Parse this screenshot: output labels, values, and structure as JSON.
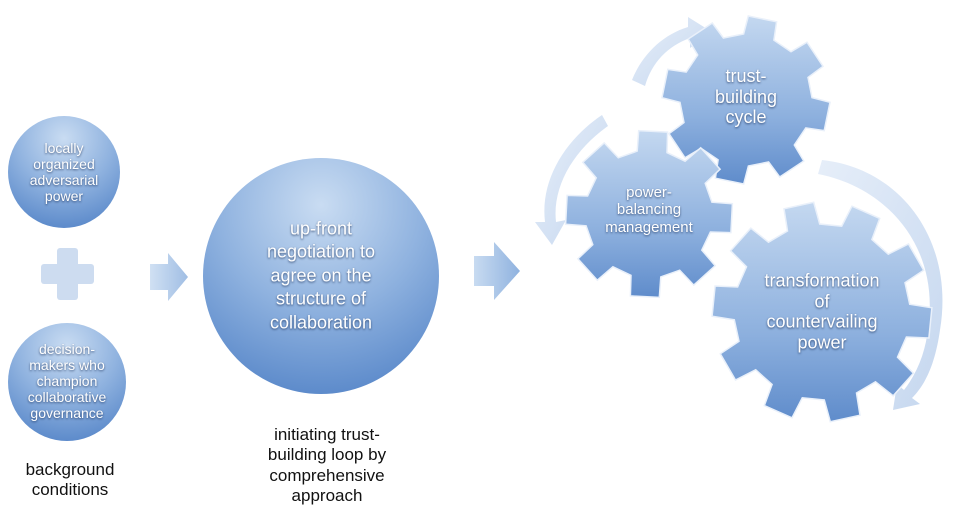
{
  "inputs": {
    "circle1": "locally\norganized\nadversarial\npower",
    "circle2": "decision-\nmakers who\nchampion\ncollaborative\ngovernance",
    "caption": "background\nconditions"
  },
  "center": {
    "circle": "up-front\nnegotiation to\nagree on the\nstructure of\ncollaboration",
    "caption": "initiating trust-\nbuilding loop by\ncomprehensive\napproach"
  },
  "gears": {
    "top": "trust-\nbuilding\ncycle",
    "left": "power-\nbalancing\nmanagement",
    "big": "transformation\nof\ncountervailing\npower"
  },
  "colors": {
    "blue_light": "#bcd3ee",
    "blue_mid": "#8fb2df",
    "blue_dark": "#5d8bcb",
    "plus": "#c8d9ef",
    "arrow": "#9fbde3"
  }
}
